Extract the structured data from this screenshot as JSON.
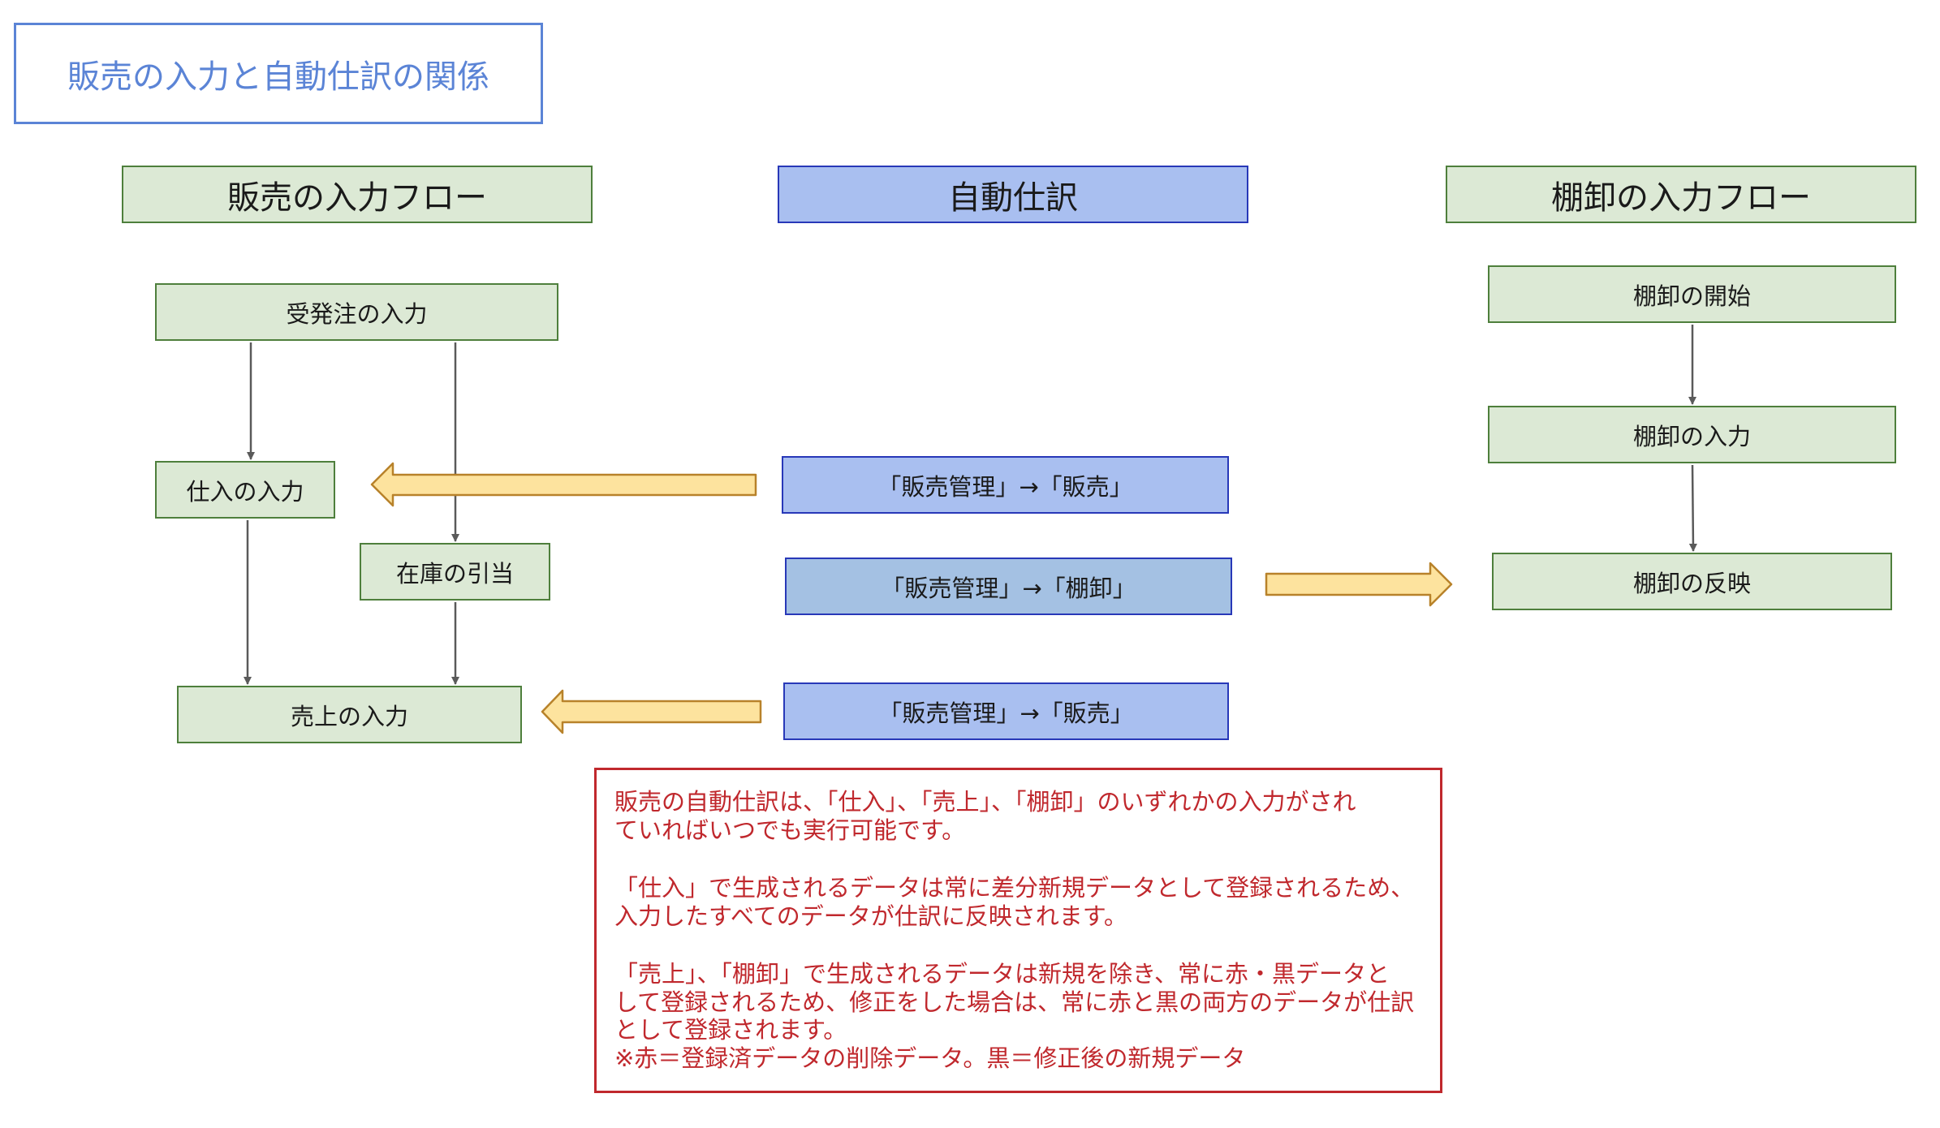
{
  "title": "販売の入力と自動仕訳の関係",
  "columns": {
    "sales_flow": "販売の入力フロー",
    "auto_journal": "自動仕訳",
    "inventory_flow": "棚卸の入力フロー"
  },
  "sales_nodes": {
    "order_entry": "受発注の入力",
    "purchase_entry": "仕入の入力",
    "stock_allocation": "在庫の引当",
    "sales_entry": "売上の入力"
  },
  "journal_nodes": {
    "purchase_journal": "「販売管理」→「販売」",
    "inventory_journal": "「販売管理」→「棚卸」",
    "sales_journal": "「販売管理」→「販売」"
  },
  "inventory_nodes": {
    "start": "棚卸の開始",
    "entry": "棚卸の入力",
    "reflect": "棚卸の反映"
  },
  "note": {
    "lines": [
      "販売の自動仕訳は、「仕入」、「売上」、「棚卸」のいずれかの入力がされ",
      "ていればいつでも実行可能です。",
      "「仕入」で生成されるデータは常に差分新規データとして登録されるため、",
      "入力したすべてのデータが仕訳に反映されます。",
      "「売上」、「棚卸」で生成されるデータは新規を除き、常に赤・黒データと",
      "して登録されるため、修正をした場合は、常に赤と黒の両方のデータが仕訳",
      "として登録されます。",
      "※赤＝登録済データの削除データ。黒＝修正後の新規データ"
    ]
  },
  "colors": {
    "green_fill": "#dce9d5",
    "green_border": "#4e7f3c",
    "blue_fill": "#a9bff0",
    "blue_border": "#2838b8",
    "arrow_fill": "#fde39e",
    "arrow_border": "#b8822a",
    "note_red": "#c0282d",
    "title_blue": "#5b84d6"
  }
}
